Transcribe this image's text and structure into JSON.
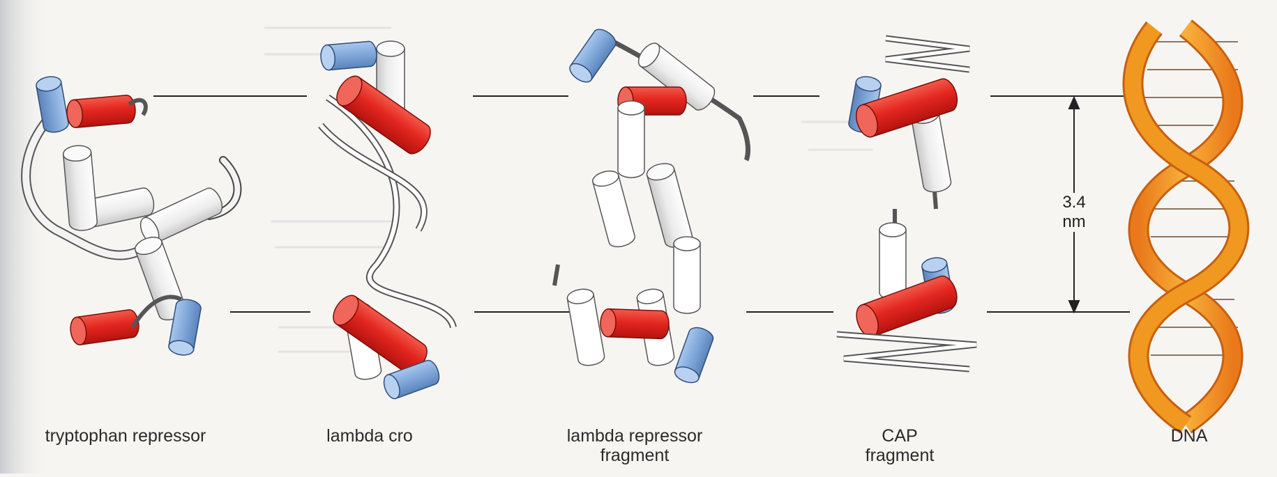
{
  "labels": {
    "trp": "tryptophan repressor",
    "cro": "lambda cro",
    "lrep_line1": "lambda repressor",
    "lrep_line2": "fragment",
    "cap_line1": "CAP",
    "cap_line2": "fragment",
    "dna": "DNA"
  },
  "measurement": {
    "value": "3.4",
    "unit": "nm"
  },
  "colors": {
    "recognition_helix": "#e3261f",
    "second_helix": "#7fa7d9",
    "other_structure": "#eeeeee",
    "dna_backbone": "#ef8f1d",
    "dna_backbone_light": "#f7b03a",
    "reference_line": "#222222"
  }
}
